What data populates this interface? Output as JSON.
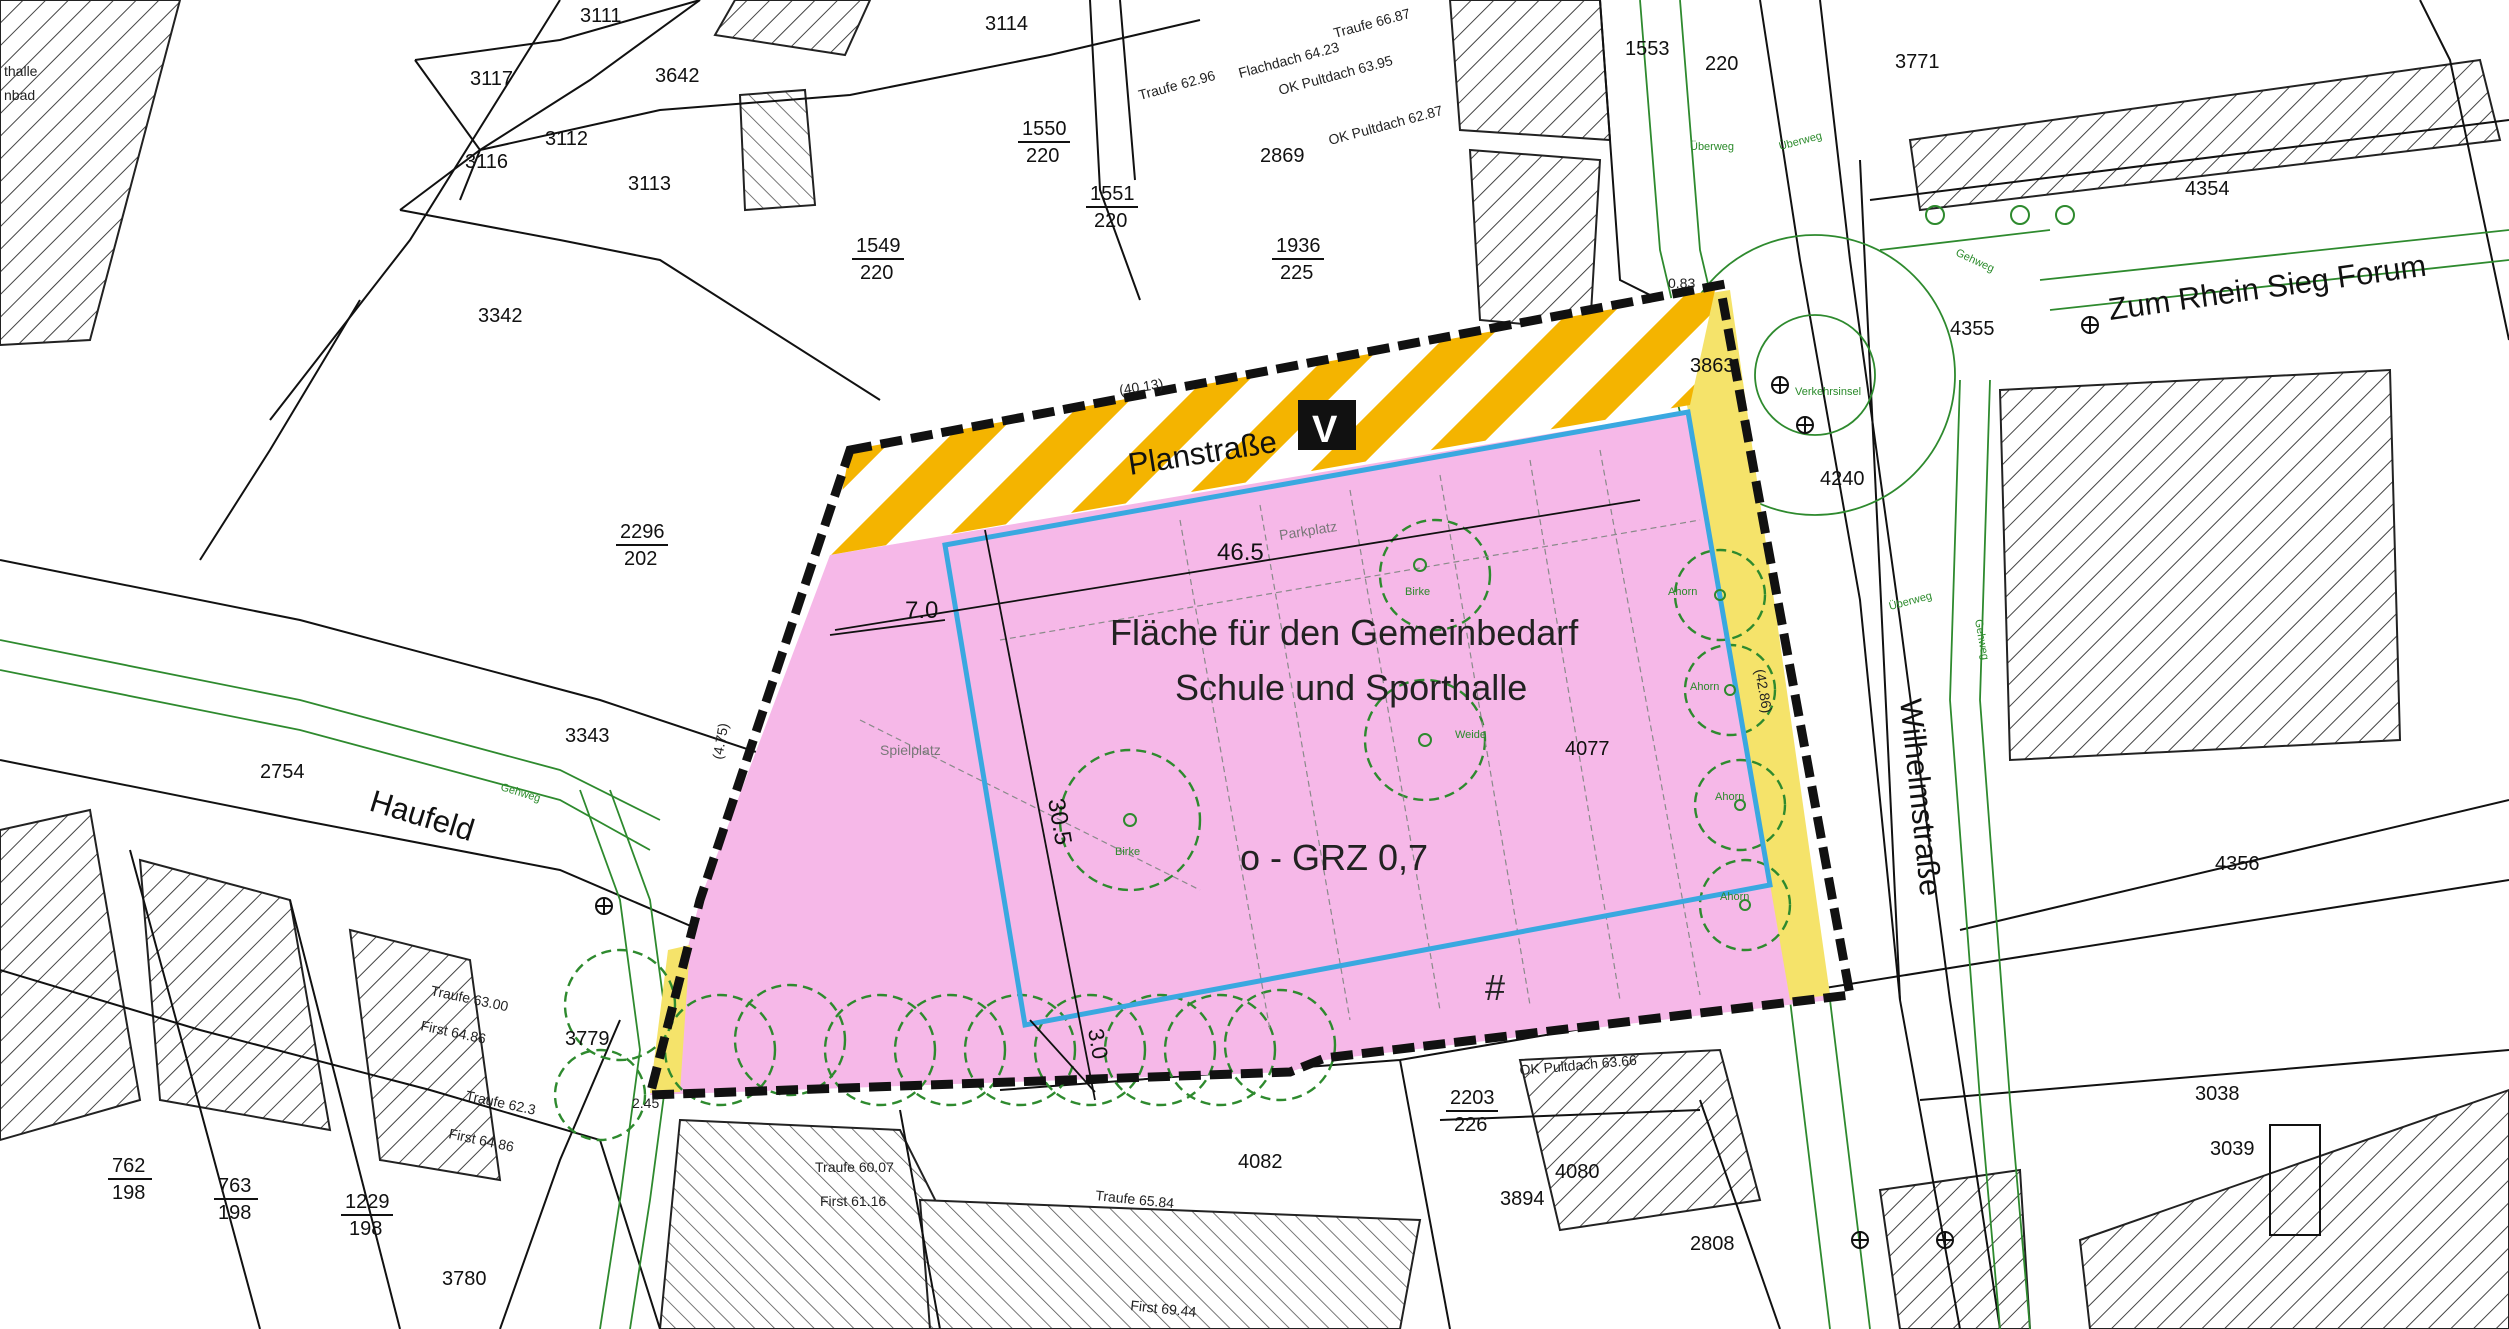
{
  "map": {
    "zone": {
      "line1": "Fläche für den Gemeinbedarf",
      "line2": "Schule und Sporthalle",
      "grz": "o - GRZ 0,7",
      "hash": "#"
    },
    "plan_road": {
      "name": "Planstraße",
      "sign": "V"
    },
    "streets": {
      "haufeld": "Haufeld",
      "wilhelm": "Wilhelmstraße",
      "forum": "Zum Rhein Sieg Forum"
    },
    "dimensions": {
      "d46": "46.5",
      "d7": "7.0",
      "d30": "30.5",
      "d3": "3.0",
      "d40": "(40.13)",
      "d42": "(42.86)",
      "d083": "0.83",
      "d245": "2.45",
      "d475": "(4.75)"
    },
    "parcels": {
      "p3111": "3111",
      "p3114": "3114",
      "p3117": "3117",
      "p3642": "3642",
      "p3116": "3116",
      "p3112": "3112",
      "p3113": "3113",
      "p2869": "2869",
      "p3342": "3342",
      "p3343": "3343",
      "p2754": "2754",
      "p3771": "3771",
      "p4354": "4354",
      "p4355": "4355",
      "p3863": "3863",
      "p4240": "4240",
      "p4077": "4077",
      "p4356": "4356",
      "p3038": "3038",
      "p3039": "3039",
      "p4082": "4082",
      "p4080": "4080",
      "p3894": "3894",
      "p2808": "2808",
      "p3780": "3780",
      "p3779": "3779",
      "p1553": "1553",
      "p220": "220"
    },
    "fractions": [
      {
        "num": "1550",
        "den": "220"
      },
      {
        "num": "1551",
        "den": "220"
      },
      {
        "num": "1549",
        "den": "220"
      },
      {
        "num": "1936",
        "den": "225"
      },
      {
        "num": "2296",
        "den": "202"
      },
      {
        "num": "762",
        "den": "198"
      },
      {
        "num": "763",
        "den": "198"
      },
      {
        "num": "1229",
        "den": "198"
      },
      {
        "num": "2203",
        "den": "226"
      }
    ],
    "heights": {
      "traufe1": "Traufe 63.00",
      "first1": "First 64.86",
      "traufe2": "Traufe 62.3",
      "first2": "First 64.86",
      "traufe3": "Traufe 60.07",
      "first3": "First 61.16",
      "traufe4": "Traufe 65.84",
      "first4": "First 69.44",
      "okpult1": "OK Pultdach 63.66",
      "okpult2": "OK Pultdach 62.87",
      "okpult3": "OK Pultdach 63.95",
      "traufe5": "Traufe 62.96",
      "flach": "Flachdach 64.23",
      "traufe6": "Traufe 66.87"
    },
    "misc": {
      "thalle": "thalle",
      "nbad": "nbad",
      "gehweg": "Gehweg",
      "ueberweg": "Überweg",
      "birke": "Birke",
      "ahorn": "Ahorn",
      "weide": "Weide",
      "parkplatz": "Parkplatz",
      "spielplatz": "Spielplatz",
      "kreisel": "Verkehrsinsel"
    },
    "colors": {
      "zone_fill": "#f6b8e8",
      "road_stripe": "#f4b400",
      "boundary": "#111111",
      "building_line": "#3aa8e0",
      "tree_circle": "#2e8a2e",
      "yellow_strip": "#f5e36a"
    }
  }
}
